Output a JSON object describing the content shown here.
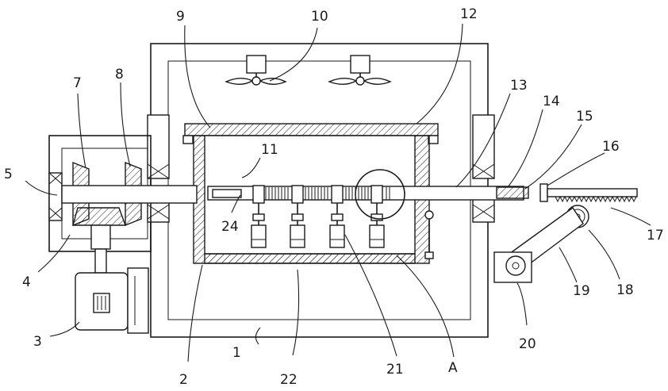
{
  "labels": [
    {
      "id": "1",
      "text": "1"
    },
    {
      "id": "2",
      "text": "2"
    },
    {
      "id": "3",
      "text": "3"
    },
    {
      "id": "4",
      "text": "4"
    },
    {
      "id": "5",
      "text": "5"
    },
    {
      "id": "7",
      "text": "7"
    },
    {
      "id": "8",
      "text": "8"
    },
    {
      "id": "9",
      "text": "9"
    },
    {
      "id": "10",
      "text": "10"
    },
    {
      "id": "11",
      "text": "11"
    },
    {
      "id": "12",
      "text": "12"
    },
    {
      "id": "13",
      "text": "13"
    },
    {
      "id": "14",
      "text": "14"
    },
    {
      "id": "15",
      "text": "15"
    },
    {
      "id": "16",
      "text": "16"
    },
    {
      "id": "17",
      "text": "17"
    },
    {
      "id": "18",
      "text": "18"
    },
    {
      "id": "19",
      "text": "19"
    },
    {
      "id": "20",
      "text": "20"
    },
    {
      "id": "21",
      "text": "21"
    },
    {
      "id": "22",
      "text": "22"
    },
    {
      "id": "24",
      "text": "24"
    },
    {
      "id": "A",
      "text": "A"
    }
  ]
}
